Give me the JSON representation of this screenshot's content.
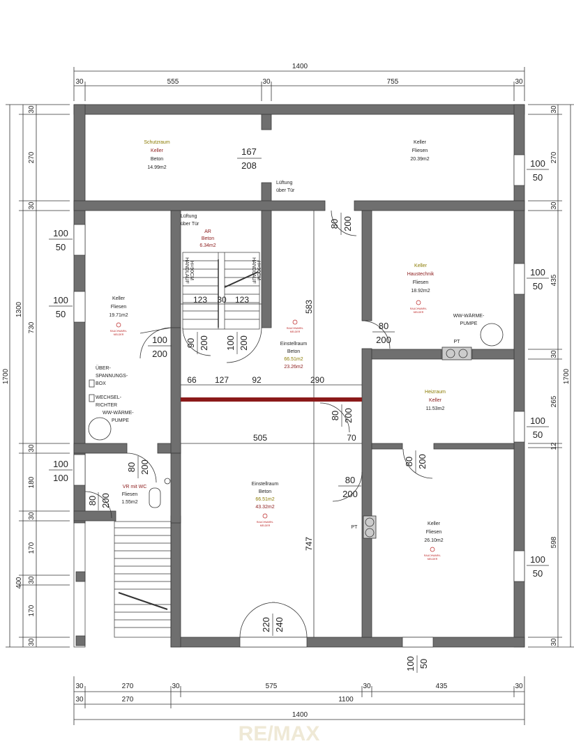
{
  "dimensions": {
    "top_total": "1400",
    "top_segments": [
      "30",
      "555",
      "30",
      "755",
      "30"
    ],
    "left_total": "1700",
    "left_mid": "1300",
    "left_segments": [
      "30",
      "270",
      "30",
      "730",
      "30",
      "180",
      "30",
      "170",
      "30",
      "170",
      "30"
    ],
    "left_outer_400": "400",
    "right_total": "1700",
    "right_segments": [
      "30",
      "270",
      "30",
      "435",
      "30",
      "265",
      "12",
      "598",
      "30"
    ],
    "bottom_row1": [
      "30",
      "270",
      "30",
      "575",
      "30",
      "435",
      "30"
    ],
    "bottom_row2": [
      "30",
      "270",
      "1100"
    ],
    "bottom_total": "1400",
    "inner": [
      "123",
      "30",
      "123",
      "583",
      "66",
      "127",
      "92",
      "290",
      "505",
      "70",
      "747"
    ]
  },
  "rooms": [
    {
      "name": "Schutzraum",
      "sub": "Keller",
      "floor": "Beton",
      "area": "14.99m2"
    },
    {
      "name": "Keller",
      "floor": "Fliesen",
      "area": "20.39m2"
    },
    {
      "name": "AR",
      "floor": "Beton",
      "area": "6.34m2"
    },
    {
      "name": "Keller",
      "sub": "Haustechnik",
      "floor": "Fliesen",
      "area": "18.92m2"
    },
    {
      "name": "Keller",
      "floor": "Fliesen",
      "area": "19.71m2"
    },
    {
      "name": "Einstellraum",
      "floor": "Beton",
      "area1": "66.51m2",
      "area2": "23.26m2"
    },
    {
      "name": "Heizraum",
      "sub": "Keller",
      "area": "11.53m2"
    },
    {
      "name": "VR mit WC",
      "floor": "Fliesen",
      "area": "1.55m2"
    },
    {
      "name": "Einstellraum",
      "floor": "Beton",
      "area1": "66.51m2",
      "area2": "43.32m2"
    },
    {
      "name": "Keller",
      "floor": "Fliesen",
      "area": "26.10m2"
    }
  ],
  "labels": {
    "lueftung": "Lüftung",
    "ueber_tuer": "über Tür",
    "handlauf": "HANDLAUF",
    "handlauf_h": "H=90CM",
    "rauchmelder1": "RAUCHWARN-",
    "rauchmelder2": "MELDER",
    "ueberspannung1": "ÜBER-",
    "ueberspannung2": "SPANNUNGS-",
    "ueberspannung3": "BOX",
    "wechselrichter1": "WECHSEL-",
    "wechselrichter2": "RICHTER",
    "wwpumpe1": "WW-WÄRME-",
    "wwpumpe2": "PUMPE",
    "pt": "PT",
    "watermark": "RE/MAX"
  },
  "openings": {
    "f167_208": [
      "167",
      "208"
    ],
    "f100_50": [
      "100",
      "50"
    ],
    "f80_200": [
      "80",
      "200"
    ],
    "f100_200": [
      "100",
      "200"
    ],
    "f90_200": [
      "90",
      "200"
    ],
    "f100_100": [
      "100",
      "100"
    ],
    "f220_240": [
      "220",
      "240"
    ]
  },
  "colors": {
    "wall": "#6f6f6f",
    "wall_edge": "#3a3a3a",
    "beam": "#8b1a1a",
    "room_label_yellow": "#8a7a00",
    "room_label_red": "#8b1a1a"
  }
}
